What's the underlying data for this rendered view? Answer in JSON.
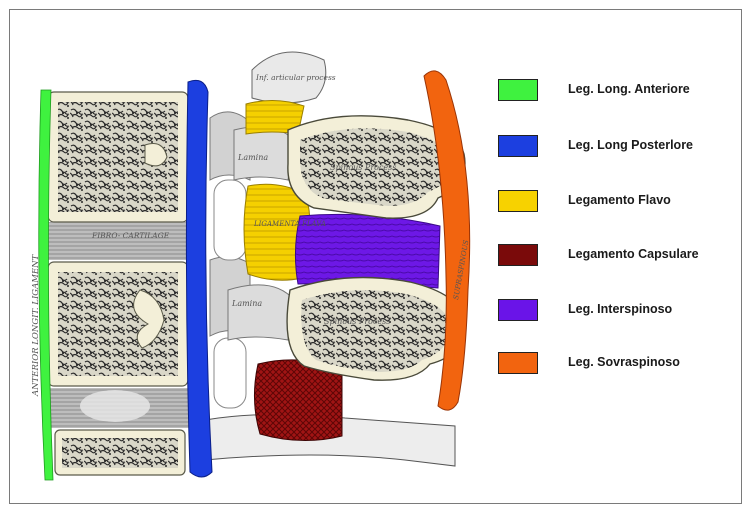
{
  "legend": [
    {
      "label": "Leg. Long. Anteriore",
      "color": "#3ff23f"
    },
    {
      "label": "Leg. Long Posterlore",
      "color": "#1c3fe0"
    },
    {
      "label": "Legamento Flavo",
      "color": "#f7d200"
    },
    {
      "label": "Legamento Capsulare",
      "color": "#7a0a0a"
    },
    {
      "label": "Leg. Interspinoso",
      "color": "#6a14e8"
    },
    {
      "label": "Leg. Sovraspinoso",
      "color": "#f2640f"
    }
  ],
  "anatomy_labels": {
    "anterior_ligament": "ANTERIOR LONGIT. LIGAMENT",
    "fibro_cartilage": "FIBRO- CARTILAGE",
    "inf_articular": "Inf. articular process",
    "lamina_upper": "Lamina",
    "lamina_lower": "Lamina",
    "ligamenta_flava": "LIGAMENTA FLAVA",
    "spinous_upper": "Spinous Process",
    "spinous_lower": "Spinous Process",
    "supraspinous": "SUPRASPINOUS"
  }
}
